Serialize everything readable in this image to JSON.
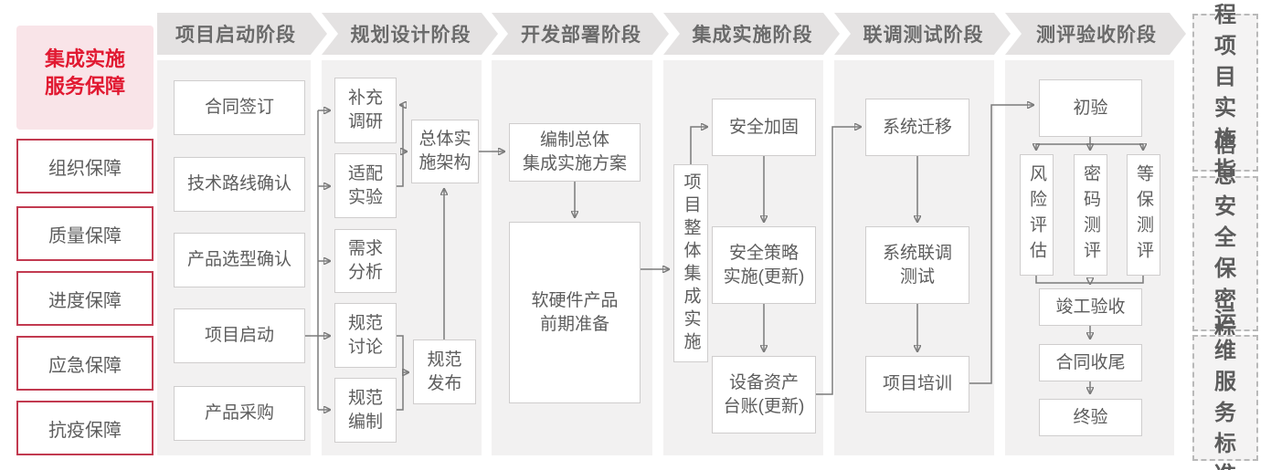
{
  "colors": {
    "accent_red": "#e11931",
    "pink_bg": "#f9e4e8",
    "red_border": "#c23a50",
    "banner_bg": "#e4e2e2",
    "strip_bg": "#f2f1f1",
    "box_border": "#cfcdcd",
    "text_gray": "#5d5d5d",
    "connector": "#7b7b7b"
  },
  "sidebar": {
    "title": "集成实施\n服务保障",
    "items": [
      "组织保障",
      "质量保障",
      "进度保障",
      "应急保障",
      "抗疫保障"
    ]
  },
  "phases": [
    {
      "label": "项目启动阶段",
      "boxes": [
        "合同签订",
        "技术路线确认",
        "产品选型确认",
        "项目启动",
        "产品采购"
      ]
    },
    {
      "label": "规划设计阶段",
      "boxes": [
        "补充\n调研",
        "适配\n实验",
        "需求\n分析",
        "规范\n讨论",
        "规范\n编制",
        "总体实\n施架构",
        "规范\n发布"
      ]
    },
    {
      "label": "开发部署阶段",
      "boxes": [
        "编制总体\n集成实施方案",
        "软硬件产品\n前期准备"
      ]
    },
    {
      "label": "集成实施阶段",
      "boxes": [
        "项目整体集成实施",
        "安全加固",
        "安全策略\n实施(更新)",
        "设备资产\n台账(更新)"
      ]
    },
    {
      "label": "联调测试阶段",
      "boxes": [
        "系统迁移",
        "系统联调\n测试",
        "项目培训"
      ]
    },
    {
      "label": "测评验收阶段",
      "boxes": [
        "初验",
        "风险评估",
        "密码测评",
        "等保测评",
        "竣工验收",
        "合同收尾",
        "终验"
      ]
    }
  ],
  "standards": [
    "工程\n项目\n实施\n指引",
    "信息\n安全\n保密\n标准",
    "运维\n服务\n标准"
  ]
}
